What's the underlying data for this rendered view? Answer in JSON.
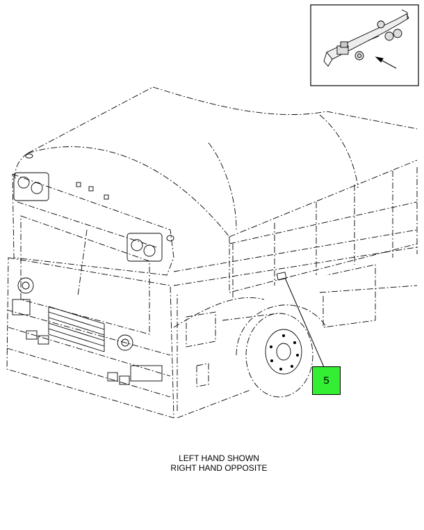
{
  "callout": {
    "label": "5",
    "color": "#33ee33"
  },
  "caption": {
    "line1": "LEFT HAND SHOWN",
    "line2": "RIGHT HAND OPPOSITE"
  }
}
